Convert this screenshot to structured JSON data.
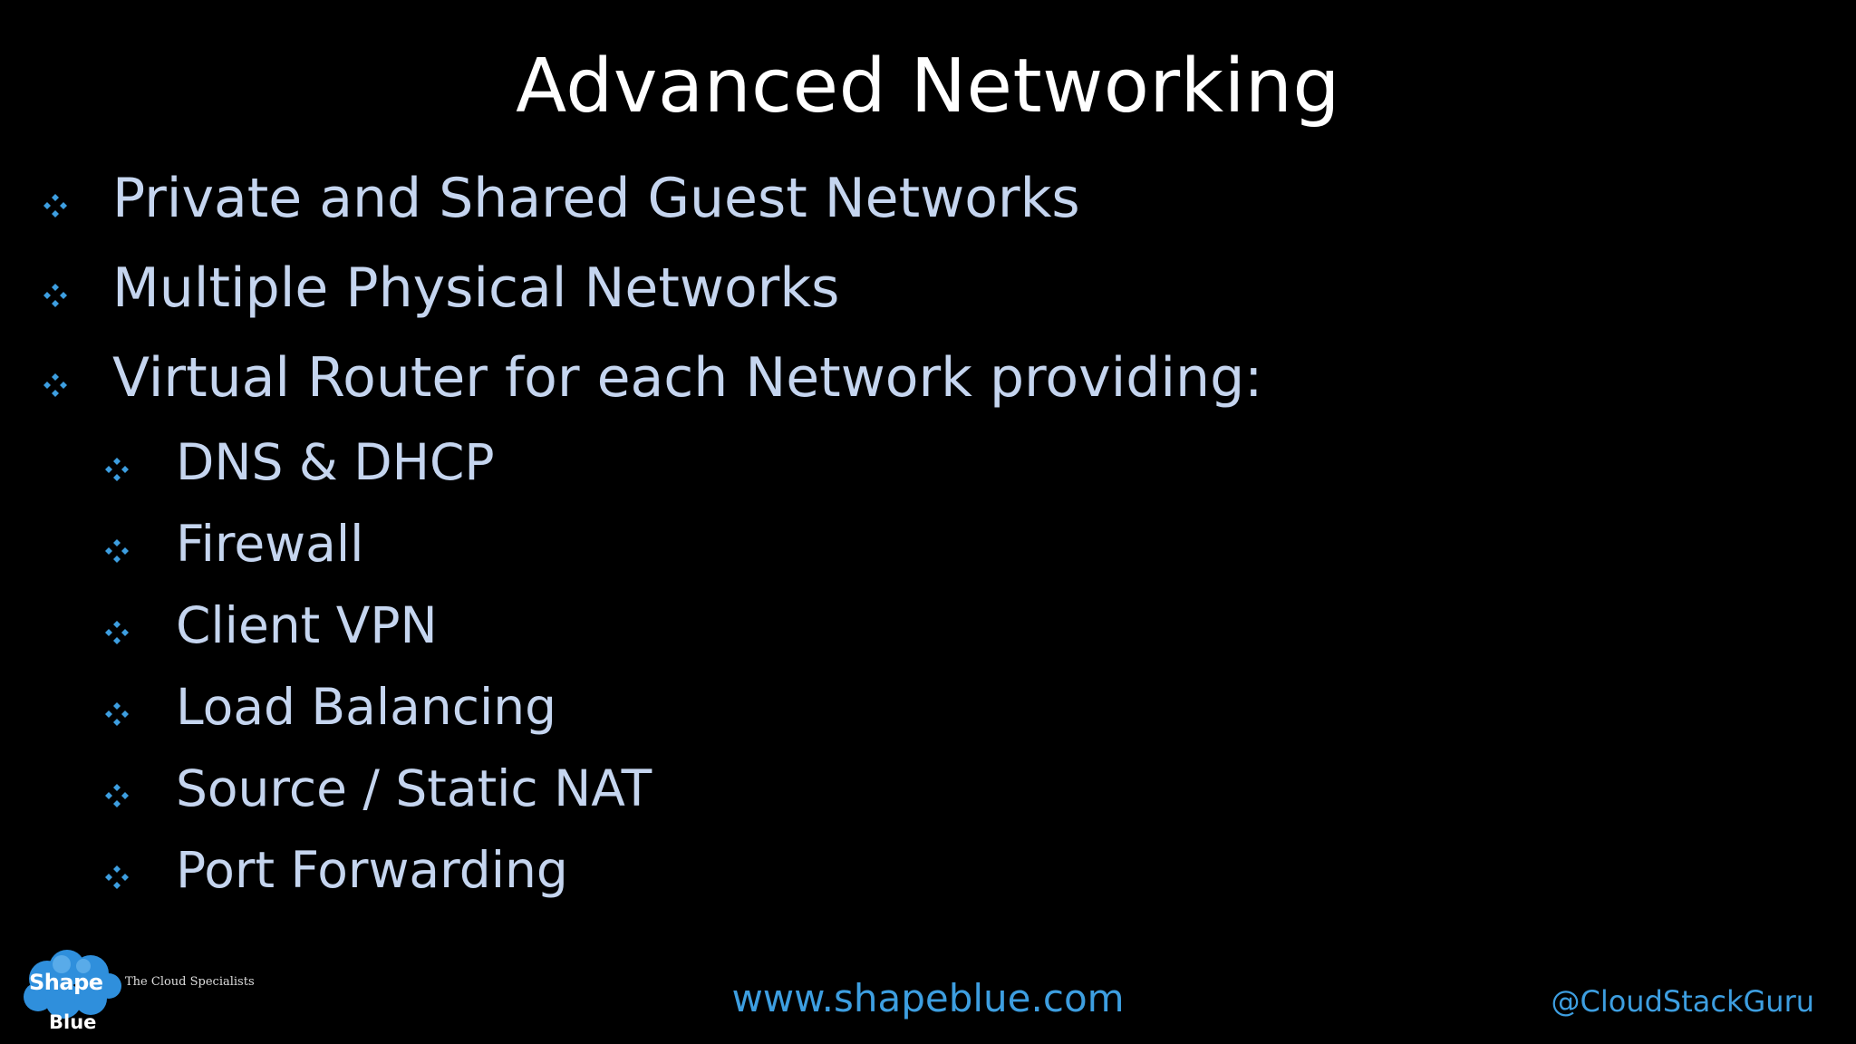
{
  "slide": {
    "title": "Advanced Networking",
    "bullets": [
      {
        "text": "Private and Shared Guest Networks",
        "level": 1
      },
      {
        "text": "Multiple Physical Networks",
        "level": 1
      },
      {
        "text": "Virtual Router for each Network providing:",
        "level": 1
      },
      {
        "text": "DNS & DHCP",
        "level": 2
      },
      {
        "text": "Firewall",
        "level": 2
      },
      {
        "text": "Client VPN",
        "level": 2
      },
      {
        "text": "Load Balancing",
        "level": 2
      },
      {
        "text": "Source / Static NAT",
        "level": 2
      },
      {
        "text": "Port Forwarding",
        "level": 2
      }
    ]
  },
  "footer": {
    "url": "www.shapeblue.com",
    "handle": "@CloudStackGuru"
  },
  "logo": {
    "word_top": "Shape",
    "word_bottom": "Blue",
    "tagline": "The Cloud Specialists"
  },
  "colors": {
    "background": "#000000",
    "title": "#ffffff",
    "bullet_text": "#c5d5ef",
    "bullet_marker": "#3d9ee0",
    "footer_text": "#3d9ee0",
    "logo_cloud": "#2f8fdc"
  },
  "icons": {
    "bullet_marker": "diamond-four-petal-icon",
    "logo": "cloud-logo-icon"
  }
}
